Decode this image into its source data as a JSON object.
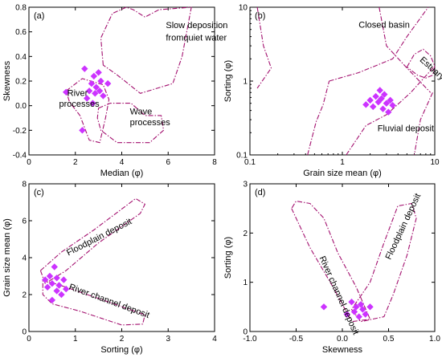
{
  "colors": {
    "marker": "#cc33ff",
    "region": "#a3106f",
    "axis": "#000000"
  },
  "chart_data": [
    {
      "type": "scatter",
      "panel_label": "(a)",
      "xlabel": "Median (φ)",
      "ylabel": "Skewness",
      "xlim": [
        0,
        8
      ],
      "ylim": [
        -0.4,
        0.8
      ],
      "xscale": "linear",
      "yscale": "linear",
      "xticks": [
        0,
        2,
        4,
        6,
        8
      ],
      "yticks": [
        -0.4,
        -0.2,
        0.0,
        0.2,
        0.4,
        0.6,
        0.8
      ],
      "xtick_labels": [
        "0",
        "2",
        "4",
        "6",
        "8"
      ],
      "ytick_labels": [
        "-0.4",
        "-0.2",
        "0.0",
        "0.2",
        "0.4",
        "0.6",
        "0.8"
      ],
      "points": [
        {
          "x": 1.6,
          "y": 0.11
        },
        {
          "x": 2.3,
          "y": -0.2
        },
        {
          "x": 2.4,
          "y": 0.3
        },
        {
          "x": 2.5,
          "y": 0.06
        },
        {
          "x": 2.6,
          "y": 0.12
        },
        {
          "x": 2.7,
          "y": 0.18
        },
        {
          "x": 2.75,
          "y": 0.02
        },
        {
          "x": 2.8,
          "y": 0.24
        },
        {
          "x": 2.85,
          "y": 0.1
        },
        {
          "x": 2.9,
          "y": 0.15
        },
        {
          "x": 3.0,
          "y": 0.27
        },
        {
          "x": 3.05,
          "y": 0.12
        },
        {
          "x": 3.1,
          "y": 0.2
        },
        {
          "x": 3.2,
          "y": 0.08
        },
        {
          "x": 3.4,
          "y": 0.18
        }
      ],
      "regions": [
        {
          "points": [
            [
              1.6,
              0.12
            ],
            [
              2.3,
              0.22
            ],
            [
              3.2,
              0.17
            ],
            [
              3.45,
              0.05
            ],
            [
              3.3,
              -0.1
            ],
            [
              3.05,
              -0.3
            ],
            [
              2.6,
              -0.28
            ],
            [
              2.2,
              -0.08
            ],
            [
              1.75,
              0.03
            ]
          ]
        },
        {
          "points": [
            [
              3.2,
              0.33
            ],
            [
              3.1,
              0.55
            ],
            [
              3.6,
              0.75
            ],
            [
              4.2,
              0.8
            ],
            [
              4.5,
              0.78
            ],
            [
              5.0,
              0.72
            ],
            [
              5.6,
              0.78
            ],
            [
              7.0,
              0.8
            ],
            [
              6.6,
              0.4
            ],
            [
              6.2,
              0.18
            ],
            [
              4.8,
              0.1
            ],
            [
              3.8,
              0.25
            ]
          ]
        },
        {
          "points": [
            [
              3.0,
              -0.02
            ],
            [
              3.5,
              0.02
            ],
            [
              4.4,
              0.02
            ],
            [
              5.0,
              -0.08
            ],
            [
              5.7,
              -0.08
            ],
            [
              5.8,
              -0.2
            ],
            [
              5.2,
              -0.3
            ],
            [
              3.8,
              -0.3
            ],
            [
              3.1,
              -0.2
            ],
            [
              2.95,
              -0.1
            ]
          ]
        }
      ],
      "annotations": [
        {
          "key": "a_slow1",
          "text": "Slow deposition",
          "x": 5.9,
          "y": 0.63
        },
        {
          "key": "a_slow2",
          "text": "fromquiet water",
          "x": 5.9,
          "y": 0.53
        },
        {
          "key": "a_river1",
          "text": "River",
          "x": 1.65,
          "y": 0.08
        },
        {
          "key": "a_river2",
          "text": "processes",
          "x": 1.3,
          "y": -0.01
        },
        {
          "key": "a_wave1",
          "text": "Wave",
          "x": 4.35,
          "y": -0.07
        },
        {
          "key": "a_wave2",
          "text": "processes",
          "x": 4.35,
          "y": -0.16
        }
      ]
    },
    {
      "type": "scatter",
      "panel_label": "(b)",
      "xlabel": "Grain size mean (φ)",
      "ylabel": "Sorting (φ)",
      "xlim": [
        0.1,
        10
      ],
      "ylim": [
        0.1,
        10
      ],
      "xscale": "log",
      "yscale": "log",
      "xticks": [
        0.1,
        1,
        10
      ],
      "yticks": [
        0.1,
        1,
        10
      ],
      "xtick_labels": [
        "0.1",
        "1",
        "10"
      ],
      "ytick_labels": [
        "0.1",
        "1",
        "10"
      ],
      "points": [
        {
          "x": 1.8,
          "y": 0.48
        },
        {
          "x": 2.0,
          "y": 0.55
        },
        {
          "x": 2.15,
          "y": 0.45
        },
        {
          "x": 2.3,
          "y": 0.62
        },
        {
          "x": 2.45,
          "y": 0.52
        },
        {
          "x": 2.55,
          "y": 0.75
        },
        {
          "x": 2.65,
          "y": 0.58
        },
        {
          "x": 2.75,
          "y": 0.42
        },
        {
          "x": 2.85,
          "y": 0.66
        },
        {
          "x": 3.0,
          "y": 0.5
        },
        {
          "x": 3.15,
          "y": 0.38
        },
        {
          "x": 3.3,
          "y": 0.55
        },
        {
          "x": 3.5,
          "y": 0.47
        }
      ],
      "polylines": [
        {
          "points": [
            [
              0.12,
              10
            ],
            [
              0.14,
              3.0
            ],
            [
              0.17,
              1.5
            ],
            [
              0.12,
              0.8
            ]
          ]
        },
        {
          "points": [
            [
              0.42,
              0.1
            ],
            [
              0.52,
              0.28
            ],
            [
              0.62,
              0.48
            ],
            [
              0.72,
              1.0
            ]
          ]
        },
        {
          "points": [
            [
              0.72,
              1.0
            ],
            [
              1.5,
              1.3
            ],
            [
              3.5,
              2.0
            ],
            [
              5.0,
              4.0
            ],
            [
              8.5,
              10
            ]
          ]
        },
        {
          "points": [
            [
              1.1,
              0.1
            ],
            [
              1.8,
              0.25
            ],
            [
              3.0,
              0.35
            ],
            [
              5.5,
              0.7
            ],
            [
              10,
              1.6
            ]
          ]
        },
        {
          "points": [
            [
              2.5,
              10
            ],
            [
              3.0,
              3.0
            ],
            [
              5.0,
              1.5
            ],
            [
              9.0,
              0.7
            ]
          ]
        },
        {
          "points": [
            [
              9.5,
              0.7
            ],
            [
              7.0,
              0.3
            ],
            [
              6.0,
              0.1
            ]
          ]
        }
      ],
      "regions": [
        {
          "points": [
            [
              5.0,
              1.55
            ],
            [
              6.0,
              2.3
            ],
            [
              7.5,
              2.7
            ],
            [
              9.0,
              2.2
            ],
            [
              10.0,
              1.6
            ],
            [
              9.5,
              1.2
            ],
            [
              8.0,
              1.1
            ],
            [
              6.5,
              1.2
            ]
          ]
        }
      ],
      "annotations": [
        {
          "key": "b_closed",
          "text": "Closed basin",
          "x": 1.5,
          "y": 5.3
        },
        {
          "key": "b_estuary",
          "text": "Estuary",
          "x": 6.8,
          "y": 1.9,
          "rotate": 42
        },
        {
          "key": "b_fluvial",
          "text": "Fluvial deposit",
          "x": 2.4,
          "y": 0.21
        }
      ]
    },
    {
      "type": "scatter",
      "panel_label": "(c)",
      "xlabel": "Sorting (φ)",
      "ylabel": "Grain size mean (φ)",
      "xlim": [
        0,
        4
      ],
      "ylim": [
        0,
        8
      ],
      "xscale": "linear",
      "yscale": "linear",
      "xticks": [
        0,
        1,
        2,
        3,
        4
      ],
      "yticks": [
        0,
        2,
        4,
        6,
        8
      ],
      "xtick_labels": [
        "0",
        "1",
        "2",
        "3",
        "4"
      ],
      "ytick_labels": [
        "0",
        "2",
        "4",
        "6",
        "8"
      ],
      "points": [
        {
          "x": 0.35,
          "y": 2.8
        },
        {
          "x": 0.4,
          "y": 2.4
        },
        {
          "x": 0.45,
          "y": 3.0
        },
        {
          "x": 0.5,
          "y": 2.6
        },
        {
          "x": 0.5,
          "y": 1.7
        },
        {
          "x": 0.55,
          "y": 3.5
        },
        {
          "x": 0.6,
          "y": 2.2
        },
        {
          "x": 0.6,
          "y": 2.9
        },
        {
          "x": 0.65,
          "y": 2.5
        },
        {
          "x": 0.7,
          "y": 2.0
        },
        {
          "x": 0.75,
          "y": 2.8
        },
        {
          "x": 0.8,
          "y": 2.3
        }
      ],
      "regions": [
        {
          "points": [
            [
              0.25,
              3.3
            ],
            [
              0.7,
              4.3
            ],
            [
              1.4,
              5.5
            ],
            [
              2.3,
              7.2
            ],
            [
              2.5,
              6.9
            ],
            [
              2.4,
              6.4
            ],
            [
              1.5,
              4.8
            ],
            [
              0.8,
              3.3
            ],
            [
              0.35,
              2.6
            ]
          ]
        },
        {
          "points": [
            [
              0.3,
              2.8
            ],
            [
              0.8,
              2.4
            ],
            [
              1.6,
              1.7
            ],
            [
              2.5,
              0.9
            ],
            [
              2.45,
              0.4
            ],
            [
              2.0,
              0.35
            ],
            [
              1.1,
              1.1
            ],
            [
              0.5,
              1.5
            ],
            [
              0.3,
              2.0
            ]
          ]
        }
      ],
      "annotations": [
        {
          "key": "c_flood",
          "text": "Floodplain deposit",
          "x": 0.85,
          "y": 4.1,
          "rotate": -27
        },
        {
          "key": "c_channel",
          "text": "River channel deposit",
          "x": 0.85,
          "y": 2.3,
          "rotate": 20
        }
      ]
    },
    {
      "type": "scatter",
      "panel_label": "(d)",
      "xlabel": "Skewness",
      "ylabel": "Sorting (φ)",
      "xlim": [
        -1.0,
        1.0
      ],
      "ylim": [
        0,
        3
      ],
      "xscale": "linear",
      "yscale": "linear",
      "xticks": [
        -1.0,
        -0.5,
        0.0,
        0.5,
        1.0
      ],
      "yticks": [
        0,
        1,
        2,
        3
      ],
      "xtick_labels": [
        "-1.0",
        "-0.5",
        "0.0",
        "0.5",
        "1.0"
      ],
      "ytick_labels": [
        "0",
        "1",
        "2",
        "3"
      ],
      "points": [
        {
          "x": -0.2,
          "y": 0.5
        },
        {
          "x": 0.05,
          "y": 0.35
        },
        {
          "x": 0.1,
          "y": 0.6
        },
        {
          "x": 0.13,
          "y": 0.4
        },
        {
          "x": 0.15,
          "y": 0.5
        },
        {
          "x": 0.18,
          "y": 0.3
        },
        {
          "x": 0.2,
          "y": 0.55
        },
        {
          "x": 0.22,
          "y": 0.45
        },
        {
          "x": 0.25,
          "y": 0.35
        },
        {
          "x": 0.3,
          "y": 0.5
        }
      ],
      "regions": [
        {
          "points": [
            [
              -0.55,
              2.5
            ],
            [
              -0.5,
              2.3
            ],
            [
              -0.35,
              1.7
            ],
            [
              -0.1,
              0.9
            ],
            [
              0.03,
              0.45
            ],
            [
              0.1,
              0.2
            ],
            [
              0.3,
              0.25
            ],
            [
              0.15,
              0.9
            ],
            [
              -0.05,
              1.6
            ],
            [
              -0.2,
              2.3
            ],
            [
              -0.35,
              2.6
            ],
            [
              -0.5,
              2.65
            ]
          ]
        },
        {
          "points": [
            [
              0.1,
              0.45
            ],
            [
              0.2,
              0.2
            ],
            [
              0.45,
              0.3
            ],
            [
              0.55,
              0.75
            ],
            [
              0.7,
              1.55
            ],
            [
              0.8,
              2.3
            ],
            [
              0.75,
              2.6
            ],
            [
              0.6,
              2.55
            ],
            [
              0.45,
              1.8
            ],
            [
              0.3,
              1.0
            ]
          ]
        }
      ],
      "annotations": [
        {
          "key": "d_channel",
          "text": "River channel deposit",
          "x": -0.25,
          "y": 1.5,
          "rotate": 66
        },
        {
          "key": "d_flood",
          "text": "Floodplain deposit",
          "x": 0.52,
          "y": 1.45,
          "rotate": -65
        }
      ]
    }
  ]
}
